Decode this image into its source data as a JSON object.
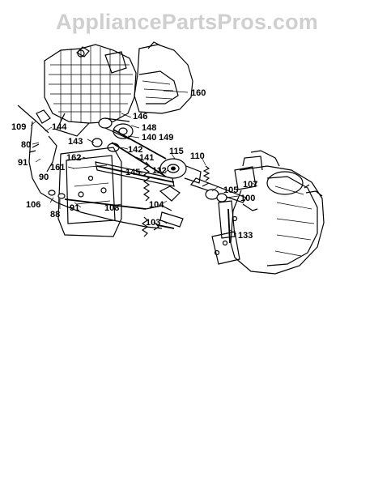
{
  "watermark": "AppliancePartsPros.com",
  "labels": {
    "p160": "160",
    "p146": "146",
    "p148": "148",
    "p140": "140",
    "p149": "149",
    "p109": "109",
    "p144": "144",
    "p143": "143",
    "p142": "142",
    "p80": "80",
    "p162": "162",
    "p91a": "91",
    "p90": "90",
    "p161": "161",
    "p141": "141",
    "p145": "145",
    "p115": "115",
    "p110": "110",
    "p112": "112",
    "p105": "105",
    "p107": "107",
    "p100": "100",
    "p106": "106",
    "p88": "88",
    "p91b": "91",
    "p108": "108",
    "p104": "104",
    "p103": "103",
    "p133": "133"
  },
  "colors": {
    "watermark": "#cfcfcf",
    "line": "#000000",
    "background": "#ffffff"
  }
}
